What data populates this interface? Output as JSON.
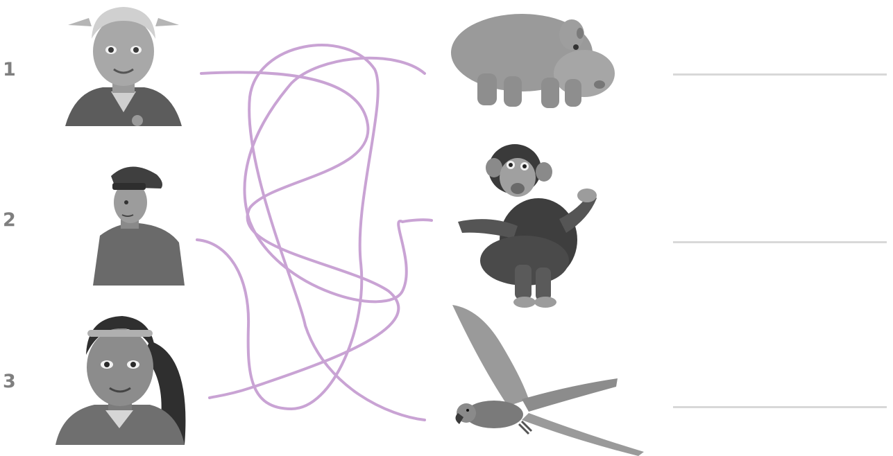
{
  "worksheet": {
    "numbers": [
      "1",
      "2",
      "3"
    ],
    "answer_line_count": 3
  },
  "icons": {
    "person_1": "girl-pigtails-icon",
    "person_2": "man-cap-icon",
    "person_3": "girl-ponytail-icon",
    "animal_1": "hippo-icon",
    "animal_2": "chimpanzee-icon",
    "animal_3": "parrot-icon"
  },
  "colors": {
    "maze_lines": "#c9a3d4",
    "numbers": "#7f7f7f",
    "answer_lines": "#d8d8d8"
  }
}
